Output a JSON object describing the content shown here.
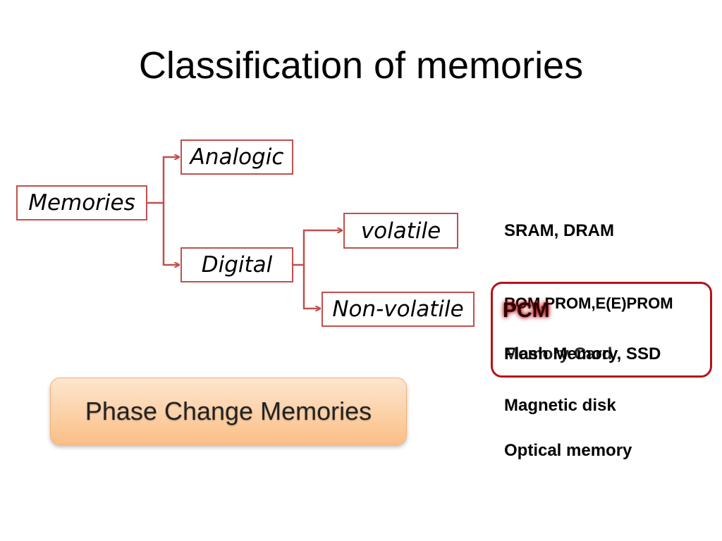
{
  "slide": {
    "title": "Classification of memories"
  },
  "tree": {
    "root": "Memories",
    "analogic": "Analogic",
    "digital": "Digital",
    "volatile": "volatile",
    "non_volatile": "Non-volatile"
  },
  "examples": {
    "volatile": "SRAM, DRAM",
    "rom": "ROM,PROM,E(E)PROM",
    "flash": "Flash Memory, SSD",
    "memory_card": "Memory Card",
    "magnetic": "Magnetic disk",
    "optical": "Optical memory"
  },
  "highlight": {
    "label": "PCM"
  },
  "banner": {
    "text": "Phase Change Memories"
  },
  "colors": {
    "node_border": "#c0504d",
    "connector": "#c0504d",
    "highlight_border": "#b3141c",
    "banner_top": "#fde6cf",
    "banner_bottom": "#fbbf86"
  }
}
